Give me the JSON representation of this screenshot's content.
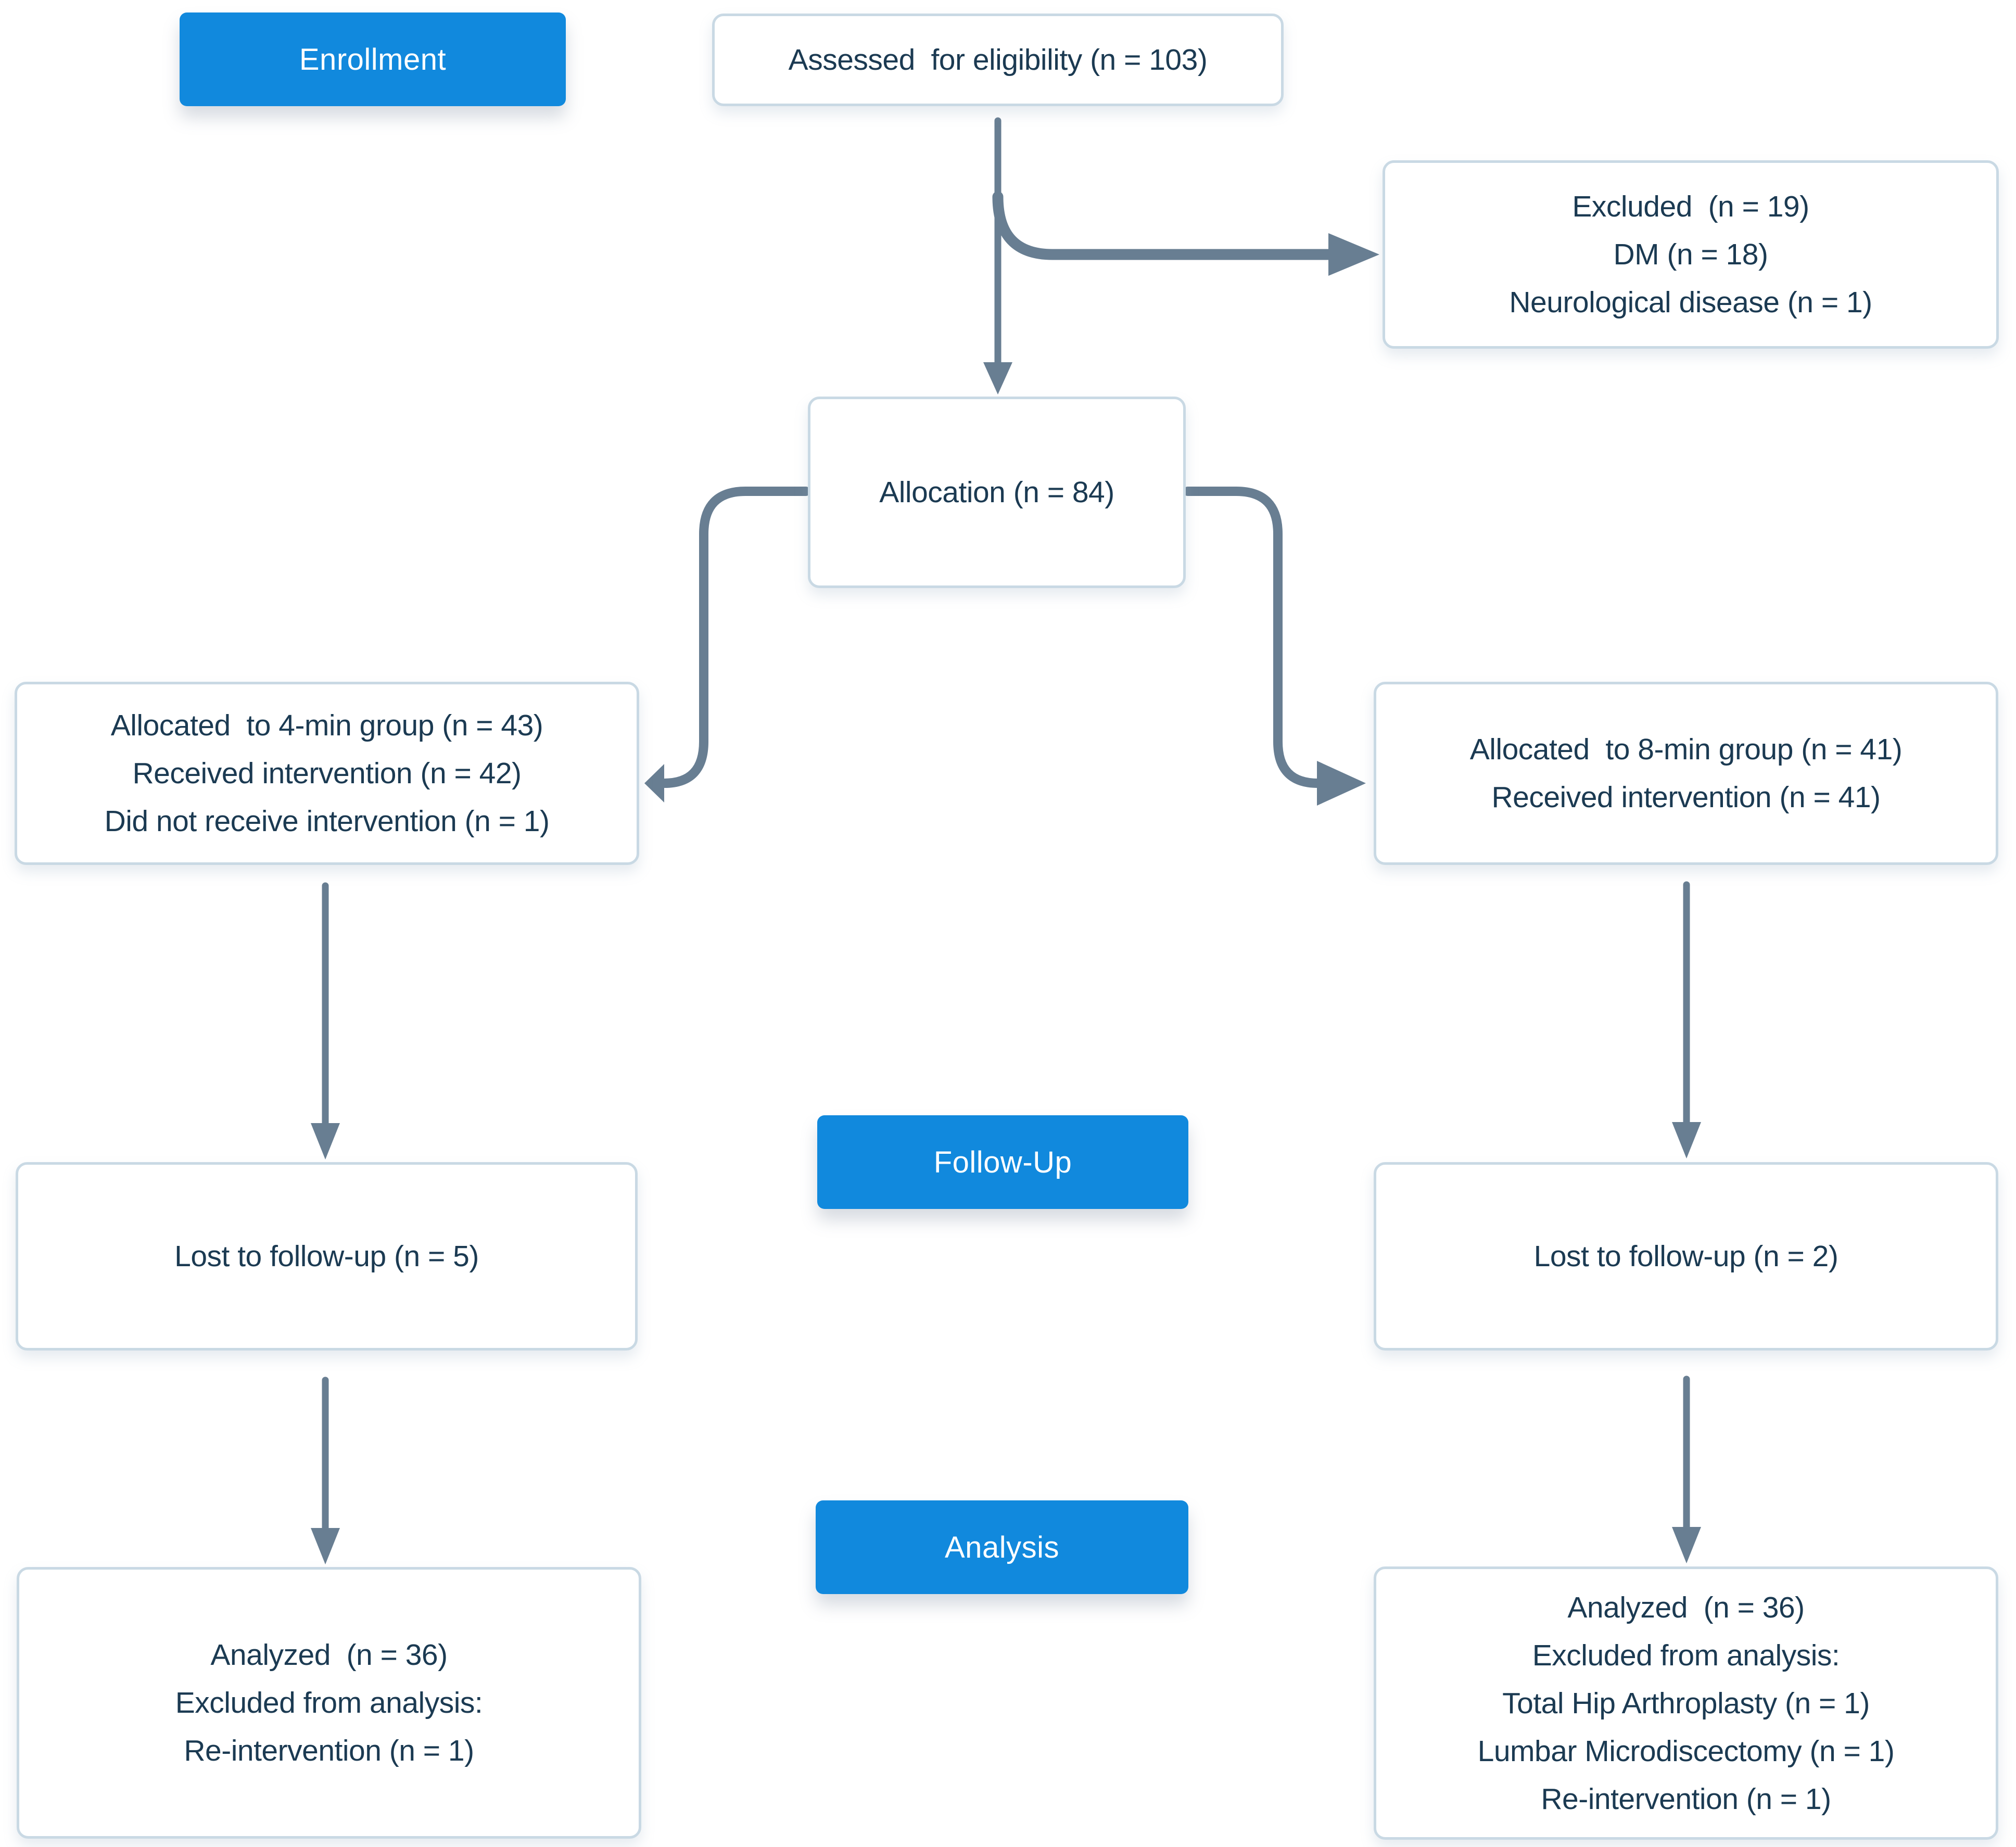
{
  "palette": {
    "accent_blue": "#1189dd",
    "arrow": "#687e92",
    "box_border": "#c9d9e4",
    "text_dark": "#1b3a52",
    "label_text": "#ffffff",
    "background": "#ffffff"
  },
  "stages": {
    "enrollment": "Enrollment",
    "followup": "Follow-Up",
    "analysis": "Analysis"
  },
  "boxes": {
    "assessed": {
      "lines": [
        "Assessed  for eligibility (n = 103)"
      ]
    },
    "excluded": {
      "lines": [
        "Excluded  (n = 19)",
        "DM (n = 18)",
        "Neurological disease (n = 1)"
      ]
    },
    "allocation": {
      "lines": [
        "Allocation (n = 84)"
      ]
    },
    "alloc_4min": {
      "lines": [
        "Allocated  to 4-min group (n = 43)",
        "Received intervention (n = 42)",
        "Did not receive intervention (n = 1)"
      ]
    },
    "alloc_8min": {
      "lines": [
        "Allocated  to 8-min group (n = 41)",
        "Received intervention (n = 41)"
      ]
    },
    "lost_4min": {
      "lines": [
        "Lost to follow-up (n = 5)"
      ]
    },
    "lost_8min": {
      "lines": [
        "Lost to follow-up (n = 2)"
      ]
    },
    "analyzed_4min": {
      "lines": [
        "Analyzed  (n = 36)",
        "Excluded from analysis:",
        "Re-intervention (n = 1)"
      ]
    },
    "analyzed_8min": {
      "lines": [
        "Analyzed  (n = 36)",
        "Excluded from analysis:",
        "Total Hip Arthroplasty (n = 1)",
        "Lumbar Microdiscectomy (n = 1)",
        "Re-intervention (n = 1)"
      ]
    }
  }
}
